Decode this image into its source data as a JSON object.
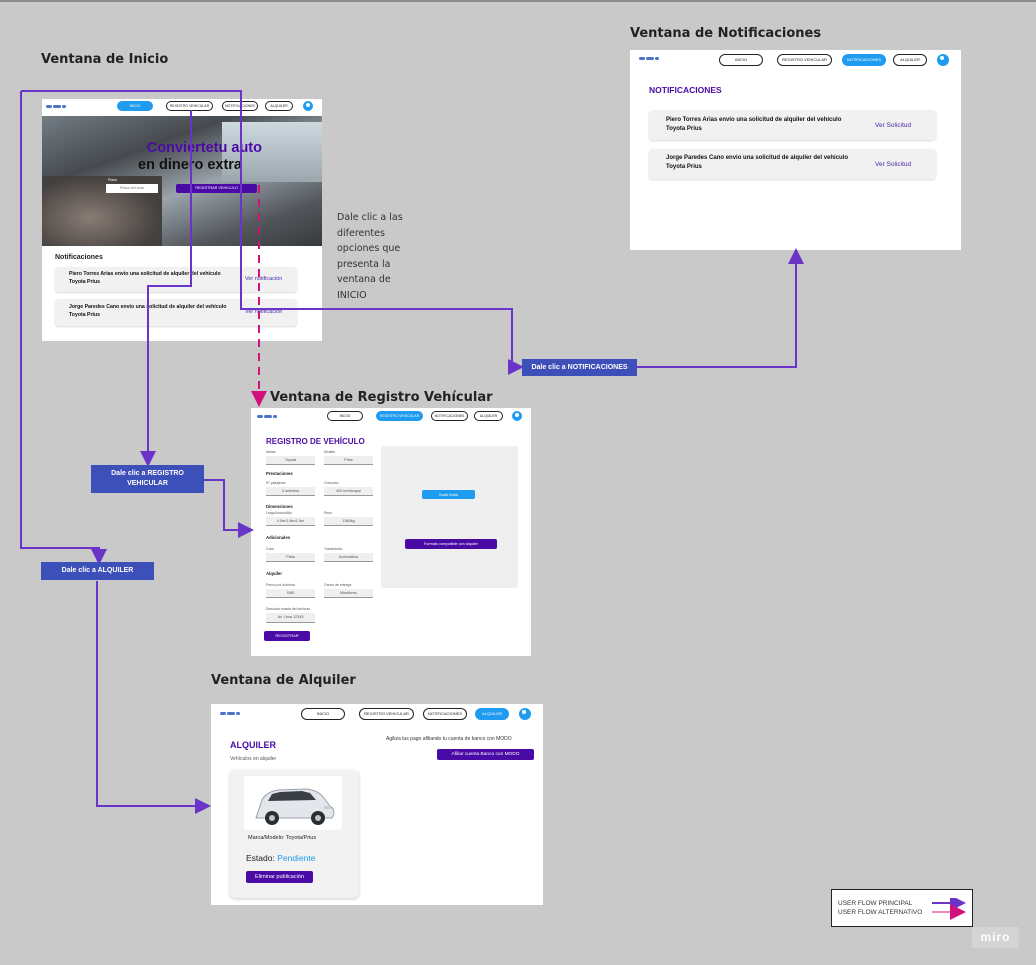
{
  "titles": {
    "inicio": "Ventana de Inicio",
    "notificaciones": "Ventana de Notificaciones",
    "registro": "Ventana de Registro Vehícular",
    "alquiler": "Ventana de Alquiler"
  },
  "nav": {
    "inicio": "INICIO",
    "registro": "REGISTRO VEHICULAR",
    "notificaciones": "NOTIFICACIONES",
    "alquiler": "ALQUILER"
  },
  "inicio": {
    "hero_line1": "Conviertetu auto",
    "hero_line2": "en dinero extra",
    "hero_input_label": "Placa",
    "hero_input_value": "Placa del auto",
    "hero_button": "REGISTRAR VEHICULO",
    "notif_heading": "Notificaciones",
    "notifications": [
      {
        "text": "Piero Torres Arias envio una solicitud de alquiler del vehículo Toyota Prius",
        "link": "Ver notificación"
      },
      {
        "text": "Jorge Paredes Cano envio una solicitud de alquiler del vehículo Toyota Prius",
        "link": "Ver notificación"
      }
    ]
  },
  "notificaciones": {
    "heading": "NOTIFICACIONES",
    "items": [
      {
        "text": "Piero Torres Arias envio una solicitud de alquiler del vehículo Toyota Prius",
        "link": "Ver Solicitud"
      },
      {
        "text": "Jorge Paredes Cano envio una solicitud de alquiler del vehículo Toyota Prius",
        "link": "Ver Solicitud"
      }
    ]
  },
  "registro": {
    "heading": "REGISTRO DE VEHÍCULO",
    "marca_label": "Marca",
    "marca_value": "Toyota",
    "modelo_label": "Modelo",
    "modelo_value": "Prius",
    "prestaciones": "Prestaciones",
    "pasajeros_label": "N° pasajeros",
    "pasajeros_value": "5 asientos",
    "consumo_label": "Consumo",
    "consumo_value": "400 km/tanque",
    "dimensiones": "Dimensiones",
    "largo_label": "Largo/Ancho/Alto",
    "largo_value": "4.5m/1.8m/1.5m",
    "peso_label": "Peso",
    "peso_value": "1380kg",
    "adicionales": "Adicionales",
    "color_label": "Color",
    "color_value": "Plata",
    "transmision_label": "Transmisión",
    "transmision_value": "Automática",
    "alquiler": "Alquiler",
    "precio_label": "Precio por día/hora",
    "precio_value": "S/80",
    "entrega_label": "Centro de entrega",
    "entrega_value": "Miraflores",
    "direccion_label": "Dirección exacta del vehículo",
    "direccion_value": "Av. Lima 12345",
    "submit": "REGISTRAR",
    "upload_button": "Subir fotos",
    "upload_note": "Formato compatible con alquiler"
  },
  "alquiler": {
    "heading": "ALQUILER",
    "subheading": "Vehículos en alquiler",
    "promo_text": "Agiliza tus pago afiliando tu cuenta  de banco con MODO",
    "promo_button": "Afiliar cuenta Banco con MODO",
    "car_model": "Marca/Modelo: Toyota/Prius",
    "estado_label": "Estado:",
    "estado_value": "Pendiente",
    "delete_button": "Eliminar publicación"
  },
  "annotations": {
    "hint": "Dale clic a las diferentes opciones que presenta la ventana de INICIO",
    "notif": "Dale clic a NOTIFICACIONES",
    "registro": "Dale clic a REGISTRO VEHICULAR",
    "alquiler": "Dale clic a ALQUILER"
  },
  "legend": {
    "principal": "USER FLOW PRINCIPAL",
    "alternativo": "USER FLOW ALTERNATIVO"
  },
  "watermark": "miro",
  "colors": {
    "background": "#c9c9c9",
    "flow_principal": "#6b34c9",
    "flow_alternativo": "#d1127d",
    "callout": "#3d4fb8",
    "accent_blue": "#1f9bf0",
    "accent_purple": "#4a0aa6",
    "estado": "#1f9bf0"
  }
}
